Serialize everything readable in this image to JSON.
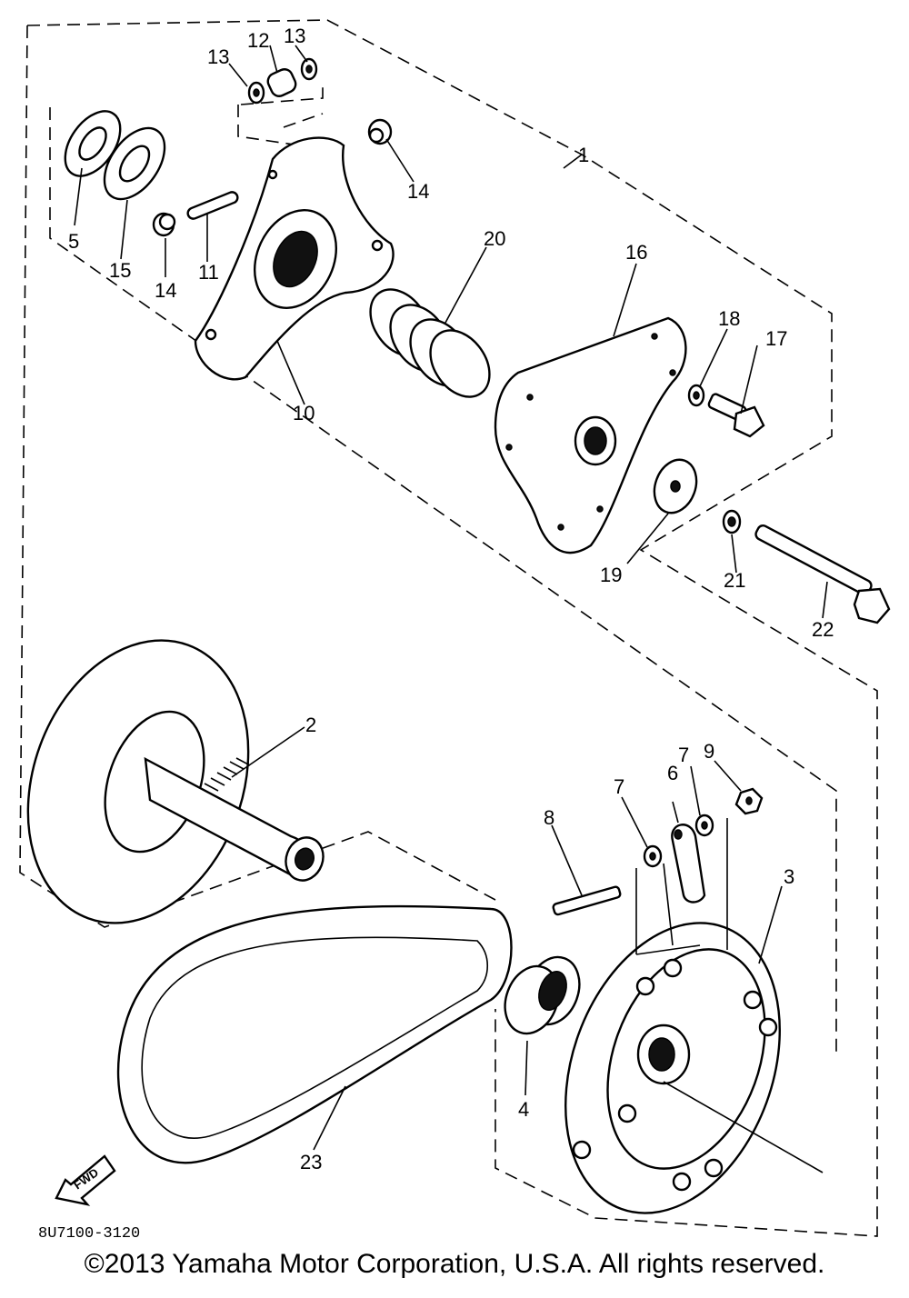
{
  "diagram": {
    "callouts": [
      {
        "id": "c1",
        "label": "1"
      },
      {
        "id": "c2",
        "label": "2"
      },
      {
        "id": "c3",
        "label": "3"
      },
      {
        "id": "c4",
        "label": "4"
      },
      {
        "id": "c5",
        "label": "5"
      },
      {
        "id": "c6",
        "label": "6"
      },
      {
        "id": "c7a",
        "label": "7"
      },
      {
        "id": "c7b",
        "label": "7"
      },
      {
        "id": "c8",
        "label": "8"
      },
      {
        "id": "c9",
        "label": "9"
      },
      {
        "id": "c10",
        "label": "10"
      },
      {
        "id": "c11",
        "label": "11"
      },
      {
        "id": "c12",
        "label": "12"
      },
      {
        "id": "c13a",
        "label": "13"
      },
      {
        "id": "c13b",
        "label": "13"
      },
      {
        "id": "c14a",
        "label": "14"
      },
      {
        "id": "c14b",
        "label": "14"
      },
      {
        "id": "c15",
        "label": "15"
      },
      {
        "id": "c16",
        "label": "16"
      },
      {
        "id": "c17",
        "label": "17"
      },
      {
        "id": "c18",
        "label": "18"
      },
      {
        "id": "c19",
        "label": "19"
      },
      {
        "id": "c20",
        "label": "20"
      },
      {
        "id": "c21",
        "label": "21"
      },
      {
        "id": "c22",
        "label": "22"
      },
      {
        "id": "c23",
        "label": "23"
      }
    ],
    "fwd_label": "FWD",
    "drawing_code": "8U7100-3120"
  },
  "footer": {
    "copyright": "©2013 Yamaha Motor Corporation, U.S.A. All rights reserved."
  }
}
